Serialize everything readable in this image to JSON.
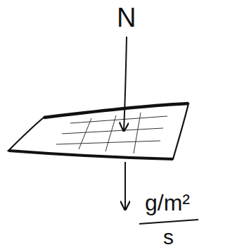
{
  "diagram": {
    "labels": [
      "N",
      "g/m²",
      "s"
    ]
  }
}
